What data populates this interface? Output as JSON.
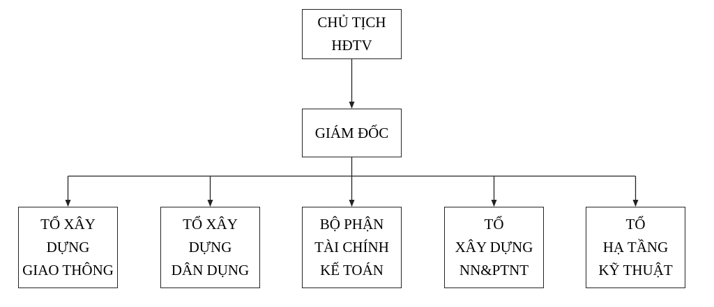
{
  "org_chart": {
    "chairman": {
      "lines": [
        "CHỦ TỊCH",
        "HĐTV"
      ]
    },
    "director": {
      "lines": [
        "GIÁM ĐỐC"
      ]
    },
    "units": [
      {
        "lines": [
          "TỔ XÂY",
          "DỰNG",
          "GIAO THÔNG"
        ]
      },
      {
        "lines": [
          "TỔ XÂY",
          "DỰNG",
          "DÂN DỤNG"
        ]
      },
      {
        "lines": [
          "BỘ PHẬN",
          "TÀI CHÍNH",
          "KẾ TOÁN"
        ]
      },
      {
        "lines": [
          "TỔ",
          "XÂY DỰNG",
          "NN&PTNT"
        ]
      },
      {
        "lines": [
          "TỔ",
          "HẠ TẦNG",
          "KỸ THUẬT"
        ]
      }
    ],
    "colors": {
      "line": "#222222",
      "box_border": "#222222",
      "background": "#ffffff",
      "text": "#000000"
    }
  }
}
